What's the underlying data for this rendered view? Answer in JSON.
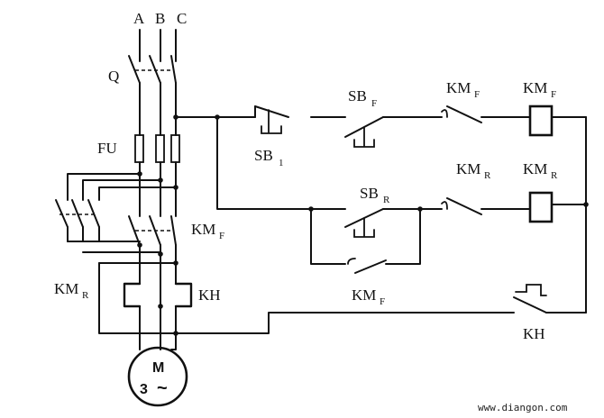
{
  "labels": {
    "phase_a": "A",
    "phase_b": "B",
    "phase_c": "C",
    "switch_q": "Q",
    "fuse_fu": "FU",
    "km_left": "KM",
    "km_left_sub": "R",
    "km_mid": "KM",
    "km_mid_sub": "F",
    "kh_left": "KH",
    "sb1": "SB",
    "sb1_sub": "1",
    "sbf": "SB",
    "sbf_sub": "F",
    "sbr": "SB",
    "sbr_sub": "R",
    "kmf_contact": "KM",
    "kmf_contact_sub": "F",
    "kmf_coil": "KM",
    "kmf_coil_sub": "F",
    "kmr_contact": "KM",
    "kmr_contact_sub": "R",
    "kmr_coil": "KM",
    "kmr_coil_sub": "R",
    "kmf_hold": "KM",
    "kmf_hold_sub": "F",
    "kh_right": "KH",
    "motor_m": "M",
    "motor_phase": "3",
    "motor_ac": "~"
  },
  "watermark": "www.diangon.com"
}
